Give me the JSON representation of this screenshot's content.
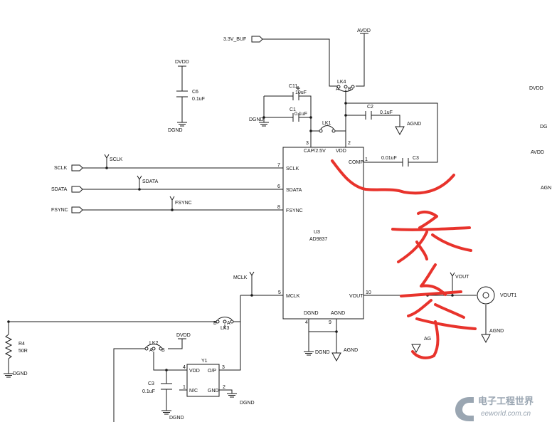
{
  "schematic": {
    "ic": {
      "ref": "U3",
      "part": "AD9837",
      "pins": {
        "cap": {
          "name": "CAP/2.5V",
          "num": "3"
        },
        "vdd": {
          "name": "VDD",
          "num": "2"
        },
        "comp": {
          "name": "COMP",
          "num": "1"
        },
        "sclk": {
          "name": "SCLK",
          "num": "7"
        },
        "sdata": {
          "name": "SDATA",
          "num": "6"
        },
        "fsync": {
          "name": "FSYNC",
          "num": "8"
        },
        "mclk": {
          "name": "MCLK",
          "num": "5"
        },
        "vout": {
          "name": "VOUT",
          "num": "10"
        },
        "dgnd": {
          "name": "DGND",
          "num": "4"
        },
        "agnd": {
          "name": "AGND",
          "num": "9"
        }
      }
    },
    "nets": {
      "v33buf": "3.3V_BUF",
      "avdd": "AVDD",
      "dvdd_c6": "DVDD",
      "dgnd_c6": "DGND",
      "dgnd_c11": "DGND",
      "agnd_c2": "AGND",
      "sclk_port": "SCLK",
      "sclk_tp": "SCLK",
      "sdata_port": "SDATA",
      "sdata_tp": "SDATA",
      "fsync_port": "FSYNC",
      "fsync_tp": "FSYNC",
      "mclk_tp": "MCLK",
      "vout_tp": "VOUT",
      "agnd_vout1": "AGND",
      "agnd_ic": "AGND",
      "dgnd_ic": "DGND",
      "dgnd_r4": "DGND",
      "dvdd_y1": "DVDD",
      "dgnd_y1": "DGND",
      "dgnd_c3b": "DGND",
      "agnd_scribble": "AG",
      "right_dvdd": "DVDD",
      "right_avdd": "AVDD",
      "right_dg": "DG",
      "right_agn": "AGN"
    },
    "components": {
      "c6": {
        "ref": "C6",
        "value": "0.1uF"
      },
      "c11": {
        "ref": "C11",
        "value": "10uF"
      },
      "c1": {
        "ref": "C1",
        "value": "0.1uF"
      },
      "c2": {
        "ref": "C2",
        "value": "0.1uF"
      },
      "c3_comp": {
        "ref": "C3",
        "value": "0.01uF"
      },
      "lk1": {
        "ref": "LK1"
      },
      "lk4": {
        "ref": "LK4",
        "a": "A",
        "b": "B"
      },
      "lk3": {
        "ref": "LK3",
        "a": "A",
        "b": "B"
      },
      "lk2": {
        "ref": "LK2",
        "a": "A",
        "b": "B"
      },
      "r4": {
        "ref": "R4",
        "value": "50R"
      },
      "vout1": {
        "ref": "VOUT1"
      },
      "c3_osc": {
        "ref": "C3",
        "value": "0.1uF"
      },
      "y1": {
        "ref": "Y1",
        "pin_vdd": "VDD",
        "num_vdd": "4",
        "pin_op": "O/P",
        "num_op": "3",
        "pin_nc": "N/C",
        "num_nc": "1",
        "pin_gnd": "GND",
        "num_gnd": "2"
      }
    },
    "watermark": {
      "title": "电子工程世界",
      "site": "eeworld.com.cn"
    },
    "colors": {
      "wire": "#1a1a1a",
      "annotation": "#e8332c",
      "watermark": "#9aa6b2"
    }
  }
}
